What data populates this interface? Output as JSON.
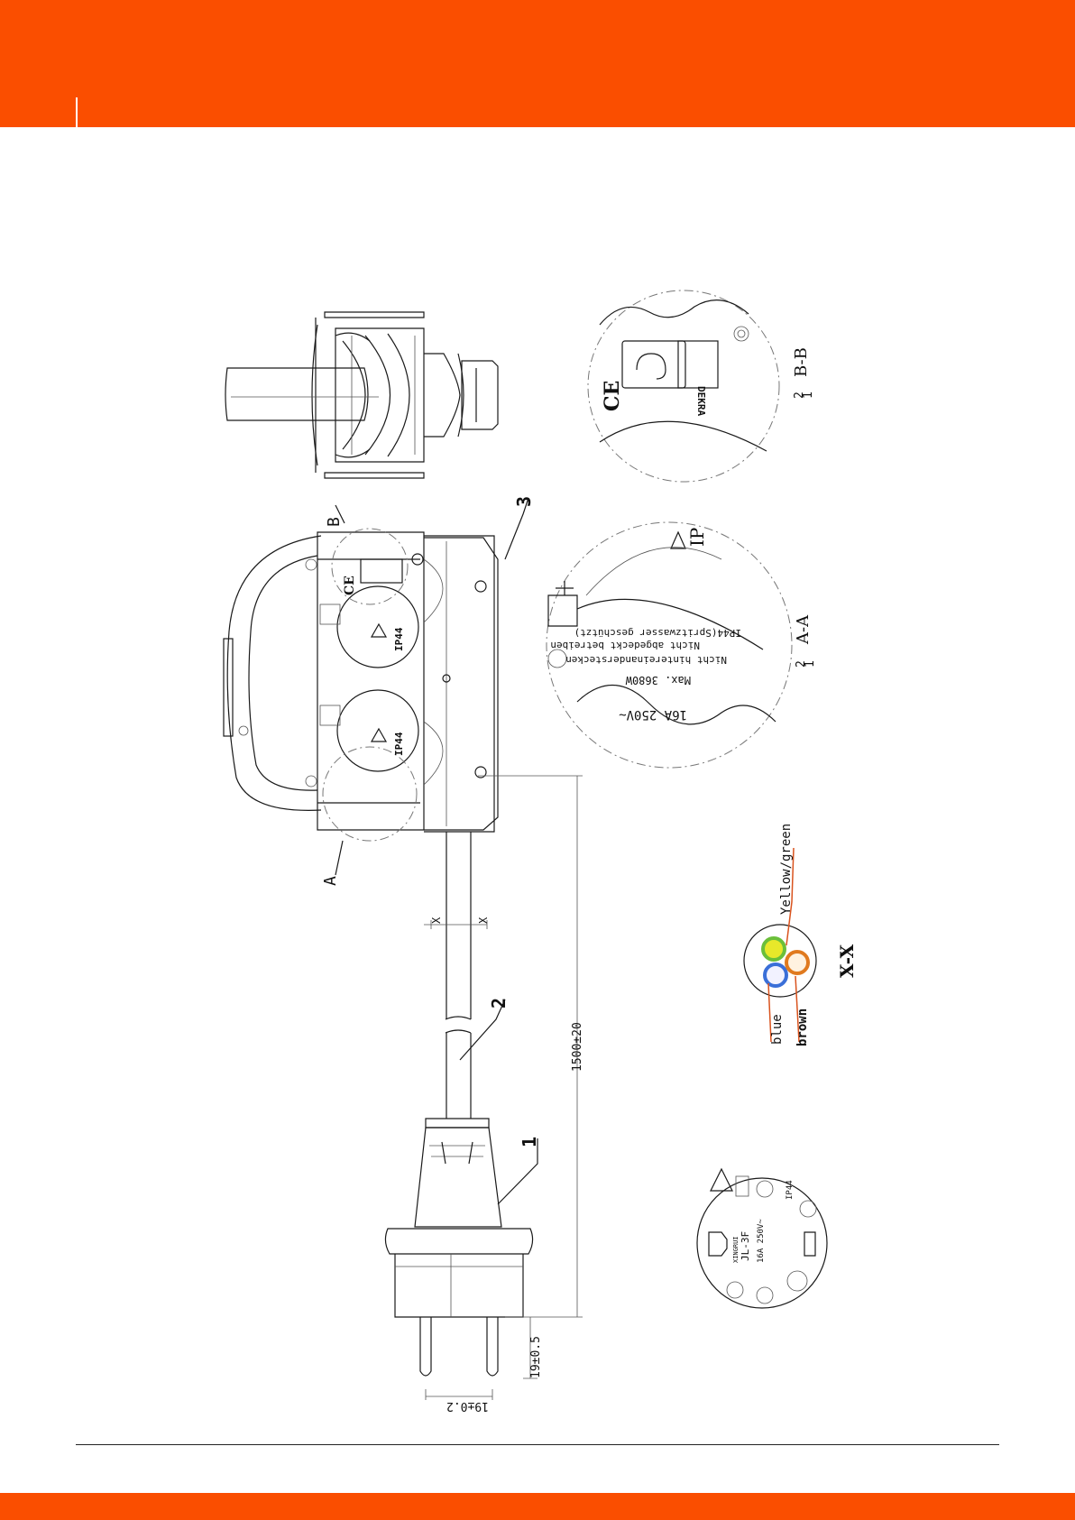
{
  "colors": {
    "brand_orange": "#fa4e00",
    "wire_yellow": "#e8e82a",
    "wire_green": "#6bbf3a",
    "wire_blue": "#3a6fd8",
    "wire_brown": "#e07a1f",
    "callout_line": "#d9531e"
  },
  "labels": {
    "view_b": "B",
    "view_a": "A",
    "part_1": "1",
    "part_2": "2",
    "part_3": "3",
    "cut_x_top": "X",
    "cut_x_bottom": "X"
  },
  "dimensions": {
    "cable_length": "1500±20",
    "pin_length": "19±0.5",
    "pin_spacing": "19±0.2"
  },
  "detail_b": {
    "scale_num": "2",
    "scale_den": "1",
    "title": "B-B",
    "ce_mark": "CE",
    "dekra_mark": "DEKRA"
  },
  "detail_a": {
    "scale_num": "2",
    "scale_den": "1",
    "title": "A-A",
    "rating_line1": "16A 250V~",
    "rating_line2": "Max. 3680W",
    "line3": "Nicht hintereinanderstecken",
    "line4": "Nicht abgedeckt betreiben",
    "line5": "IP44(Spritzwasser geschützt)",
    "ip_partial": "IP"
  },
  "socket_marks": {
    "ip_left": "IP44",
    "ip_right": "IP44",
    "ce": "CE"
  },
  "cross_section": {
    "title": "X-X",
    "wires": [
      {
        "name": "Yellow/green",
        "color": "yellow-green"
      },
      {
        "name": "blue",
        "color": "blue"
      },
      {
        "name": "brown",
        "color": "brown"
      }
    ]
  },
  "plug_face": {
    "model": "JL-3F",
    "rating": "16A 250V~",
    "ip": "IP44",
    "brand": "XINGRUI"
  }
}
